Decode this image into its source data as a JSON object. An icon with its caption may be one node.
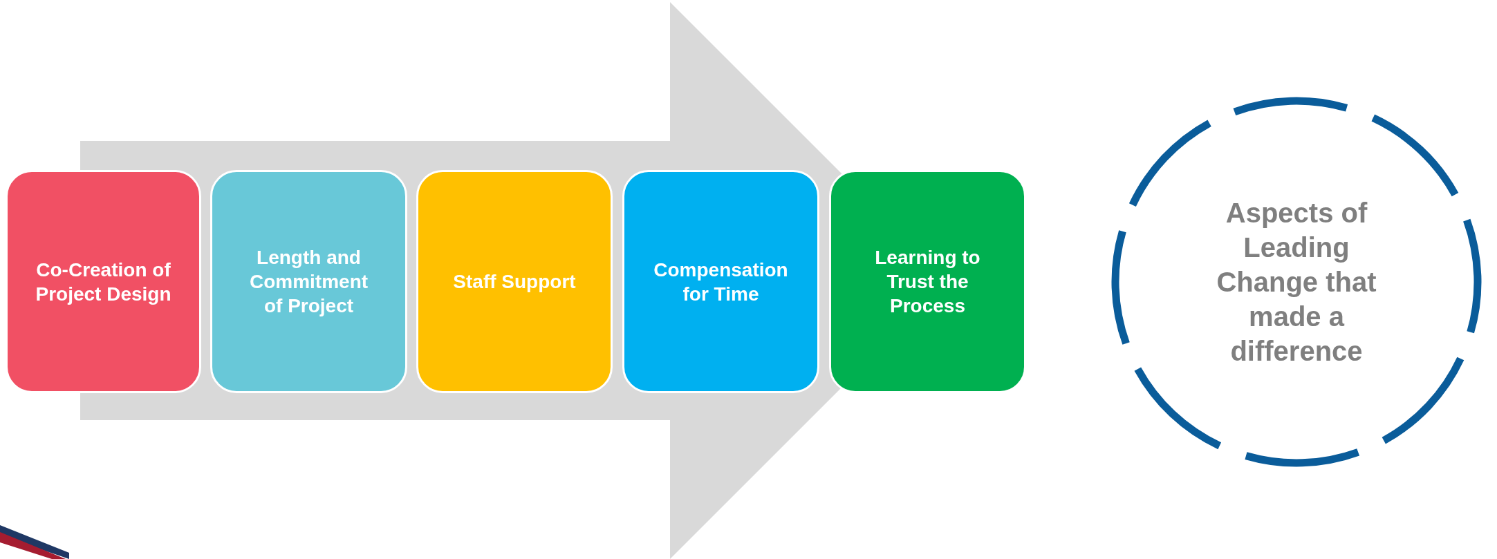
{
  "diagram": {
    "nodes": [
      {
        "text": [
          "Co-Creation of Project Design"
        ]
      },
      {
        "text": [
          "Length and Commitment of Project"
        ]
      },
      {
        "text": [
          "Staff Support"
        ]
      },
      {
        "text": [
          "Compensation for Time"
        ]
      },
      {
        "text": [
          "Learning to Trust the Process"
        ]
      },
      {
        "text": [
          "Aspects of Leading Change that made a difference"
        ]
      }
    ],
    "edges": [
      {
        "from": 0,
        "to": 4,
        "arrow": "to"
      }
    ]
  }
}
